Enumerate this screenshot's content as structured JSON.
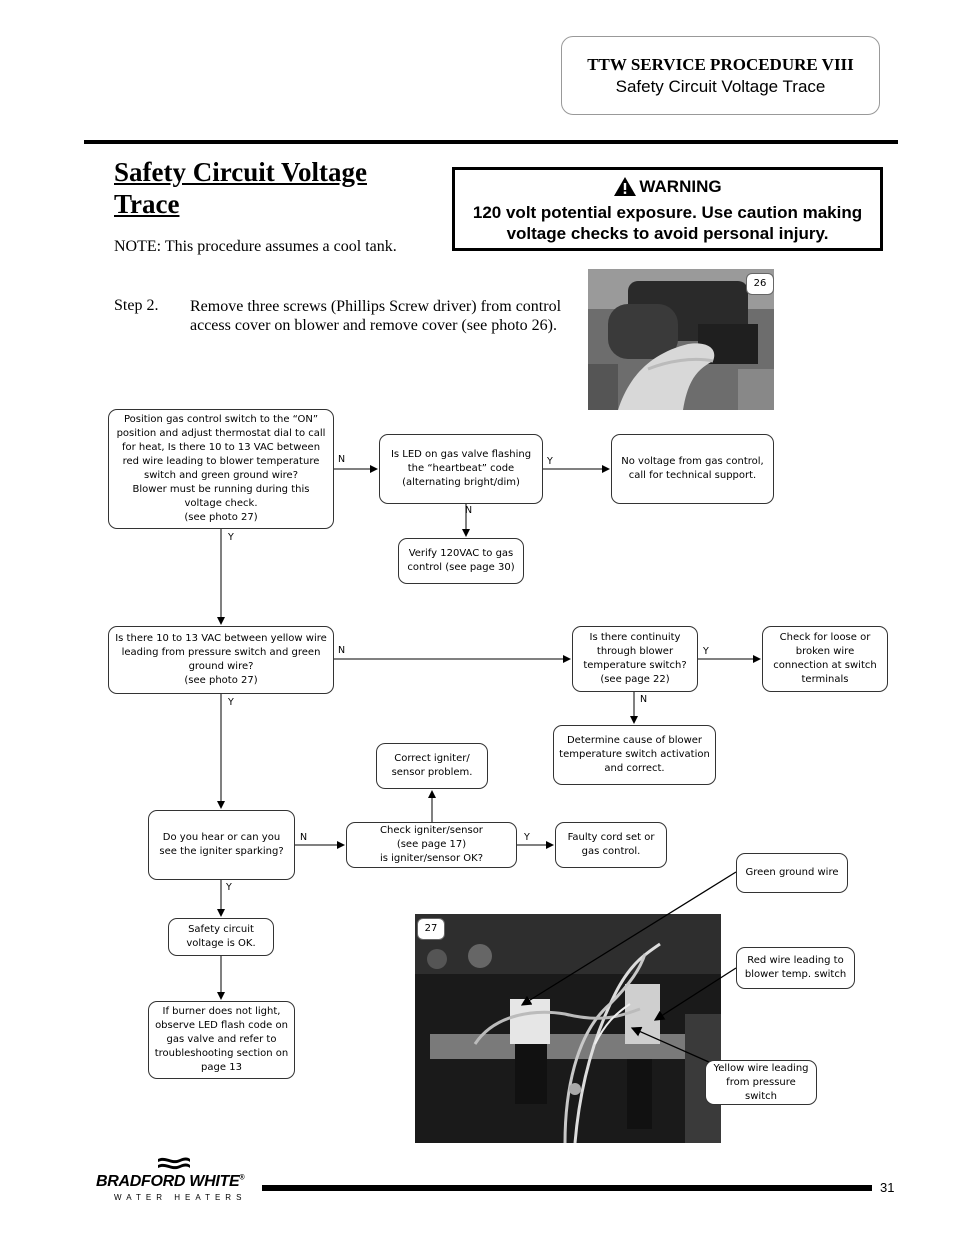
{
  "header": {
    "title": "TTW SERVICE PROCEDURE  VIII",
    "subtitle": "Safety Circuit Voltage Trace"
  },
  "page_title": "Safety Circuit Voltage Trace",
  "note": "NOTE: This procedure assumes a cool tank.",
  "warning": {
    "heading": "WARNING",
    "text": "120 volt potential exposure. Use caution making voltage checks to avoid personal injury."
  },
  "step": {
    "label": "Step 2.",
    "text": "Remove three screws (Phillips Screw driver) from control access cover on blower and remove cover (see photo 26)."
  },
  "photos": {
    "photo1_number": "26",
    "photo2_number": "27"
  },
  "flowchart": {
    "box_gas_control": "Position gas control switch to the “ON” position and adjust thermostat dial to call for heat, Is there 10 to 13 VAC  between red wire leading to blower temperature switch and green ground wire?\nBlower must be running during this voltage check.\n(see photo 27)",
    "box_led": "Is LED on gas valve flashing the “heartbeat” code (alternating bright/dim)",
    "box_no_voltage": "No voltage from gas control, call for technical support.",
    "box_verify": "Verify 120VAC to gas control (see page 30)",
    "box_yellow": "Is there 10 to 13 VAC  between yellow wire leading from pressure switch and green ground wire?\n(see photo 27)",
    "box_continuity": "Is there continuity through blower temperature switch?\n(see page 22)",
    "box_loose": "Check for loose or broken wire connection at switch terminals",
    "box_determine": "Determine cause of blower temperature switch activation and correct.",
    "box_correct_igniter": "Correct igniter/ sensor problem.",
    "box_sparking": "Do you hear or can you see the igniter sparking?",
    "box_check_igniter": "Check igniter/sensor\n(see page 17)\nis igniter/sensor OK?",
    "box_faulty": "Faulty cord set or gas control.",
    "box_safety_ok": "Safety circuit voltage is OK.",
    "box_burner": "If burner does not light, observe LED flash code on gas valve and refer to troubleshooting section on page 13",
    "yes": "Y",
    "no": "N"
  },
  "callouts": {
    "green": "Green ground wire",
    "red": "Red wire leading to blower temp. switch",
    "yellow": "Yellow wire leading from pressure switch"
  },
  "footer": {
    "brand": "BRADFORD WHITE",
    "brand_mark": "®",
    "brand_sub": "WATER HEATERS",
    "page_number": "31"
  }
}
